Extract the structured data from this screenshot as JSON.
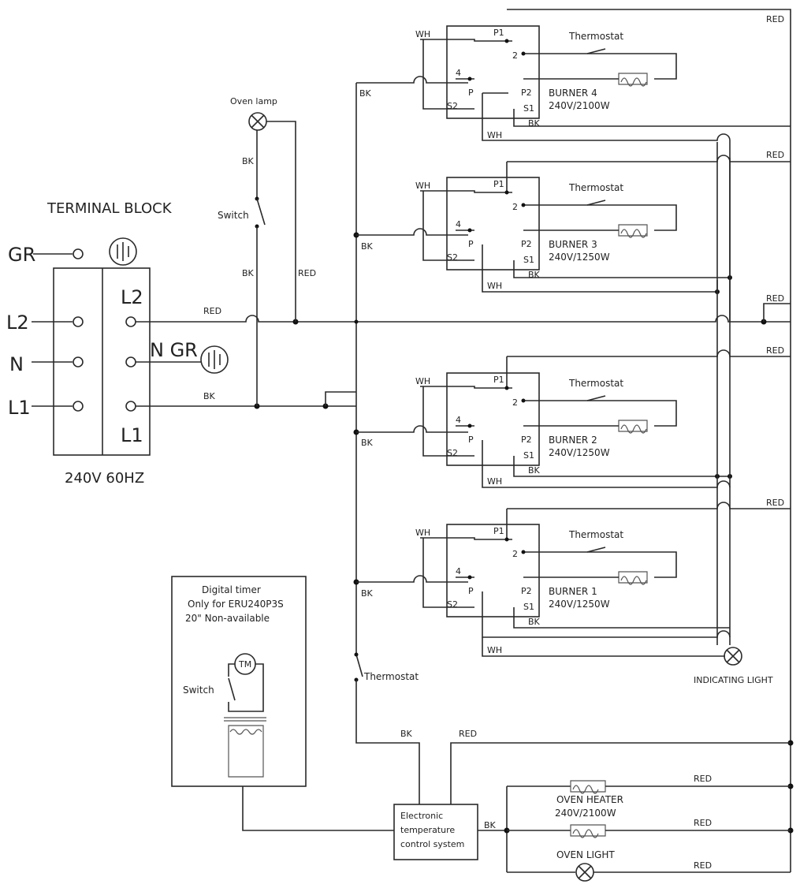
{
  "terminal_block": {
    "title": "TERMINAL BLOCK",
    "rating": "240V 60HZ",
    "gr": "GR",
    "l2": "L2",
    "n": "N",
    "l1": "L1",
    "n_gr": "N GR"
  },
  "oven_lamp": {
    "label": "Oven lamp",
    "switch": "Switch"
  },
  "wires": {
    "bk": "BK",
    "red": "RED",
    "wh": "WH"
  },
  "burners": [
    {
      "name": "BURNER 4",
      "rating": "240V/2100W"
    },
    {
      "name": "BURNER 3",
      "rating": "240V/1250W"
    },
    {
      "name": "BURNER 2",
      "rating": "240V/1250W"
    },
    {
      "name": "BURNER 1",
      "rating": "240V/1250W"
    }
  ],
  "switch_terms": {
    "p1": "P1",
    "p2": "P2",
    "s1": "S1",
    "s2": "S2",
    "two": "2",
    "four": "4",
    "p": "P"
  },
  "thermostat": "Thermostat",
  "indicating_light": "INDICATING LIGHT",
  "timer": {
    "line1": "Digital timer",
    "line2": "Only for ERU240P3S",
    "line3": "20\" Non-available",
    "tm": "TM",
    "switch": "Switch"
  },
  "control": {
    "line1": "Electronic",
    "line2": "temperature",
    "line3": "control system"
  },
  "oven_heater": {
    "name": "OVEN HEATER",
    "rating": "240V/2100W"
  },
  "oven_light": "OVEN LIGHT"
}
